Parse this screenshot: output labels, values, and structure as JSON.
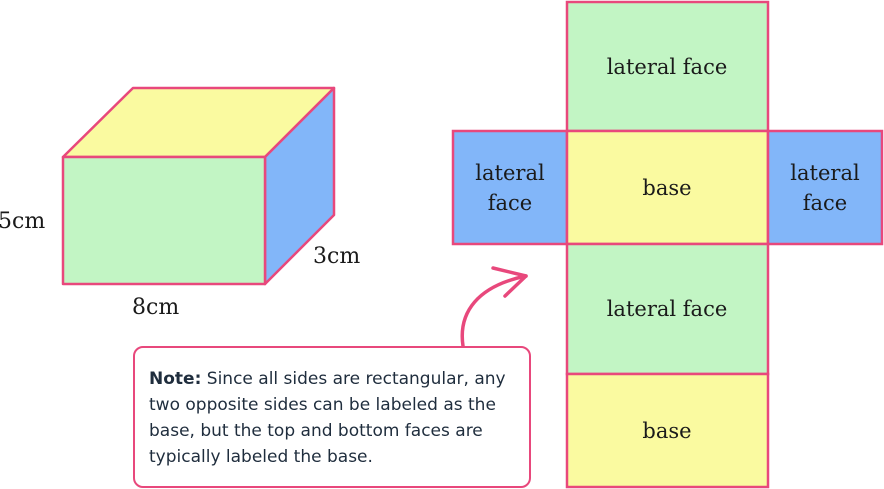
{
  "colors": {
    "yellow": "#fafaa0",
    "green": "#c2f5c4",
    "blue": "#82b6f9",
    "edge": "#e8487c",
    "arrow": "#e8487c"
  },
  "prism": {
    "height_label": "5cm",
    "length_label": "8cm",
    "depth_label": "3cm"
  },
  "net": {
    "top_face": "lateral face",
    "left_face_line1": "lateral",
    "left_face_line2": "face",
    "center_face": "base",
    "right_face_line1": "lateral",
    "right_face_line2": "face",
    "lower_face": "lateral face",
    "bottom_face": "base"
  },
  "note": {
    "label": "Note:",
    "text": " Since all sides are rectangular, any two opposite sides can be labeled as the base, but the top and bottom faces are typically labeled the base."
  }
}
